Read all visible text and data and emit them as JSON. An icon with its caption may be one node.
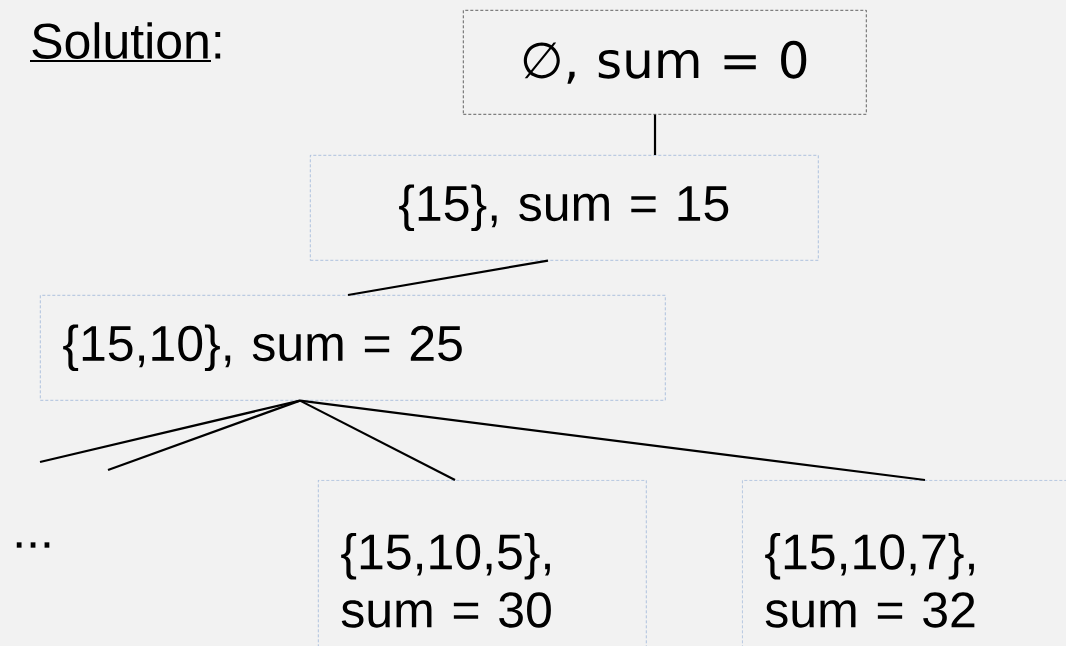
{
  "diagram": {
    "title": "Solution:",
    "nodes": [
      {
        "text": [
          "∅, sum = 0"
        ]
      },
      {
        "text": [
          "{15}, sum = 15"
        ]
      },
      {
        "text": [
          "{15,10}, sum = 25"
        ]
      },
      {
        "text": [
          "{15,10,5}, sum = 30"
        ]
      },
      {
        "text": [
          "{15,10,7}, sum = 32"
        ]
      }
    ],
    "edges": [
      {
        "from": 0,
        "to": 1,
        "arrow": "none"
      },
      {
        "from": 1,
        "to": 2,
        "arrow": "none"
      },
      {
        "from": 2,
        "to": null,
        "arrow": "none"
      },
      {
        "from": 2,
        "to": null,
        "arrow": "none"
      },
      {
        "from": 2,
        "to": 3,
        "arrow": "none"
      },
      {
        "from": 2,
        "to": 4,
        "arrow": "none"
      }
    ],
    "labels": [
      "..."
    ]
  }
}
